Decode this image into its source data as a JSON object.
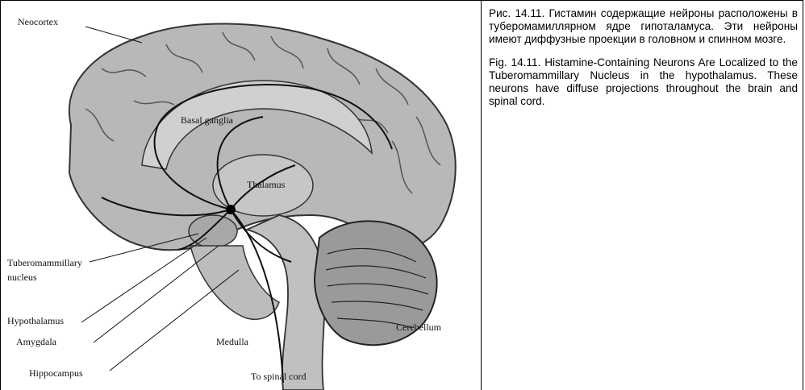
{
  "figure": {
    "labels": {
      "neocortex": "Neocortex",
      "basal_ganglia": "Basal ganglia",
      "thalamus": "Thalamus",
      "tuberomammillary_line1": "Tuberomammillary",
      "tuberomammillary_line2": "nucleus",
      "hypothalamus": "Hypothalamus",
      "amygdala": "Amygdala",
      "hippocampus": "Hippocampus",
      "medulla": "Medulla",
      "cerebellum": "Cerebellum",
      "spinal_cord": "To spinal cord"
    }
  },
  "caption": {
    "russian": "Рис. 14.11. Гистамин содержащие нейроны расположены в туберомамиллярном ядре гипоталамуса. Эти нейроны имеют диффузные проекции в головном и спинном мозге.",
    "english": "Fig. 14.11. Histamine-Containing Neurons Are Localized to the Tuberomammillary Nucleus in the hypothalamus. These neurons have diffuse projections throughout the brain and spinal cord."
  }
}
